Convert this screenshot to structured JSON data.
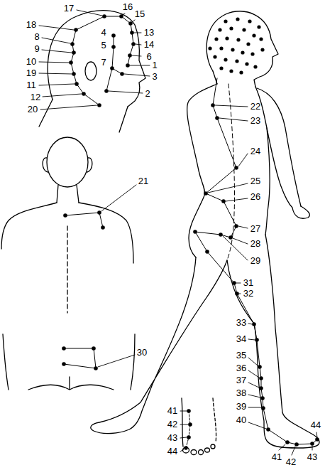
{
  "diagram": {
    "labels": [
      "17",
      "16",
      "15",
      "18",
      "13",
      "8",
      "4",
      "14",
      "9",
      "5",
      "6",
      "1",
      "7",
      "10",
      "19",
      "3",
      "11",
      "2",
      "12",
      "20",
      "22",
      "23",
      "24",
      "21",
      "25",
      "26",
      "27",
      "28",
      "29",
      "31",
      "32",
      "33",
      "34",
      "30",
      "35",
      "36",
      "37",
      "38",
      "39",
      "41",
      "40",
      "42",
      "44",
      "43",
      "41",
      "44",
      "43",
      "42"
    ]
  }
}
